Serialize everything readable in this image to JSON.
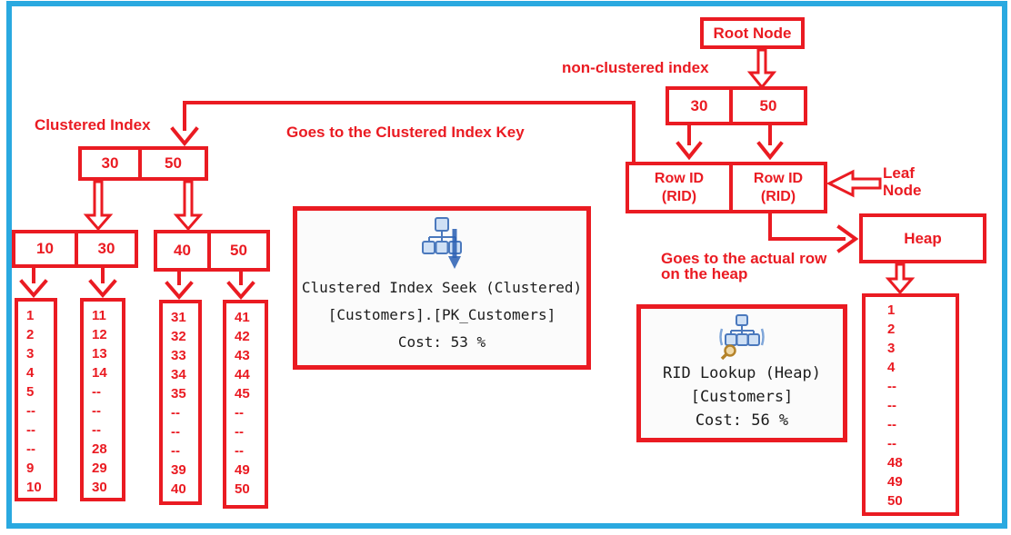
{
  "colors": {
    "red": "#ea1b22",
    "cyan": "#2aa9e0",
    "operator_text": "#1c1c1c"
  },
  "labels": {
    "clustered_index": "Clustered Index",
    "goes_to_clustered_key": "Goes to the Clustered Index Key",
    "non_clustered_index": "non-clustered index",
    "root_node": "Root Node",
    "leaf_node_line1": "Leaf",
    "leaf_node_line2": "Node",
    "heap": "Heap",
    "goes_to_heap_line1": "Goes to the actual row",
    "goes_to_heap_line2": "on the heap"
  },
  "clustered_tree": {
    "root_cells": [
      "30",
      "50"
    ],
    "level2_left_cells": [
      "10",
      "30"
    ],
    "level2_right_cells": [
      "40",
      "50"
    ],
    "leaf_pages": [
      [
        "1",
        "2",
        "3",
        "4",
        "5",
        "--",
        "--",
        "--",
        "9",
        "10"
      ],
      [
        "11",
        "12",
        "13",
        "14",
        "--",
        "--",
        "--",
        "28",
        "29",
        "30"
      ],
      [
        "31",
        "32",
        "33",
        "34",
        "35",
        "--",
        "--",
        "--",
        "39",
        "40"
      ],
      [
        "41",
        "42",
        "43",
        "44",
        "45",
        "--",
        "--",
        "--",
        "49",
        "50"
      ]
    ]
  },
  "nonclustered_tree": {
    "root_cells": [
      "30",
      "50"
    ],
    "leaf_cells": [
      {
        "line1": "Row ID",
        "line2": "(RID)"
      },
      {
        "line1": "Row ID",
        "line2": "(RID)"
      }
    ],
    "heap_rows": [
      "1",
      "2",
      "3",
      "4",
      "--",
      "--",
      "--",
      "--",
      "48",
      "49",
      "50"
    ]
  },
  "operators": {
    "seek": {
      "title": "Clustered Index Seek (Clustered)",
      "object": "[Customers].[PK_Customers]",
      "cost": "Cost: 53 %"
    },
    "lookup": {
      "title": "RID Lookup (Heap)",
      "object": "[Customers]",
      "cost": "Cost: 56 %"
    }
  }
}
